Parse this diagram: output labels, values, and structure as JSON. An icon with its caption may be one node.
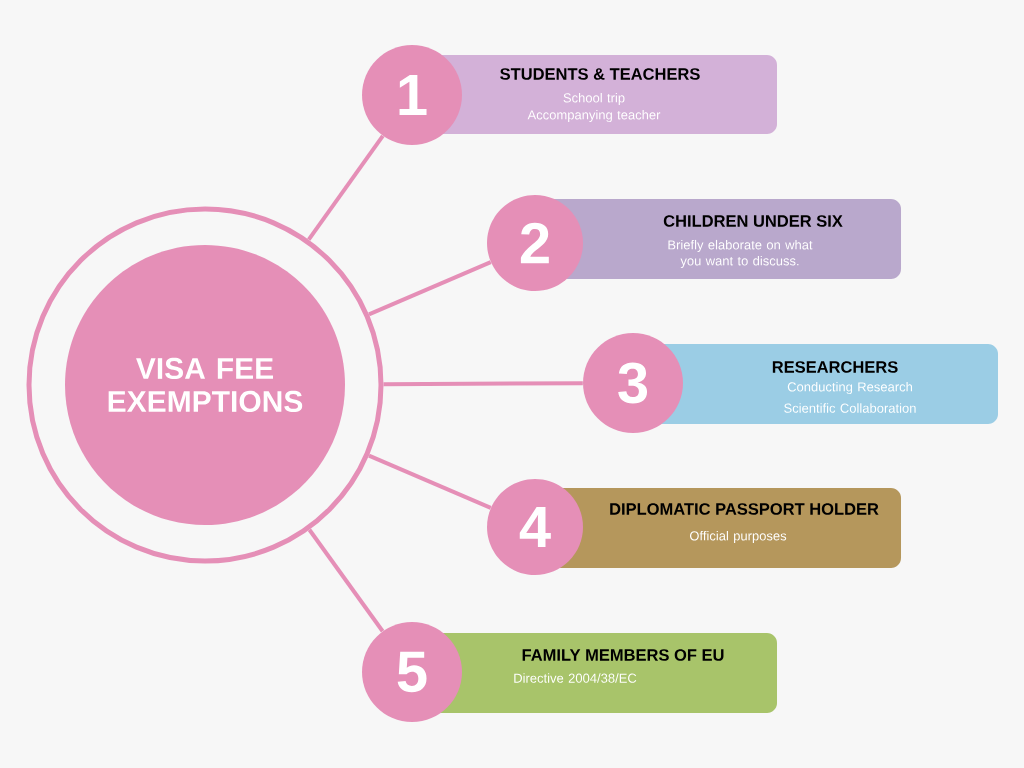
{
  "diagram": {
    "nodes": [
      {
        "text": [
          "VISA FEE EXEMPTIONS"
        ]
      },
      {
        "text": [
          "1"
        ]
      },
      {
        "text": [
          "STUDENTS & TEACHERS",
          "School trip",
          "Accompanying teacher"
        ]
      },
      {
        "text": [
          "2"
        ]
      },
      {
        "text": [
          "CHILDREN UNDER SIX",
          "Briefly elaborate on what you want to discuss."
        ]
      },
      {
        "text": [
          "3"
        ]
      },
      {
        "text": [
          "RESEARCHERS",
          "Conducting Research",
          "Scientific Collaboration"
        ]
      },
      {
        "text": [
          "4"
        ]
      },
      {
        "text": [
          "DIPLOMATIC PASSPORT HOLDER",
          "Official purposes"
        ]
      },
      {
        "text": [
          "5"
        ]
      },
      {
        "text": [
          "FAMILY MEMBERS OF EU",
          "Directive 2004/38/EC"
        ]
      }
    ],
    "edges": [
      {
        "from": 0,
        "to": 1,
        "arrow": "none"
      },
      {
        "from": 0,
        "to": 3,
        "arrow": "none"
      },
      {
        "from": 0,
        "to": 5,
        "arrow": "none"
      },
      {
        "from": 0,
        "to": 7,
        "arrow": "none"
      },
      {
        "from": 0,
        "to": 9,
        "arrow": "none"
      }
    ]
  }
}
